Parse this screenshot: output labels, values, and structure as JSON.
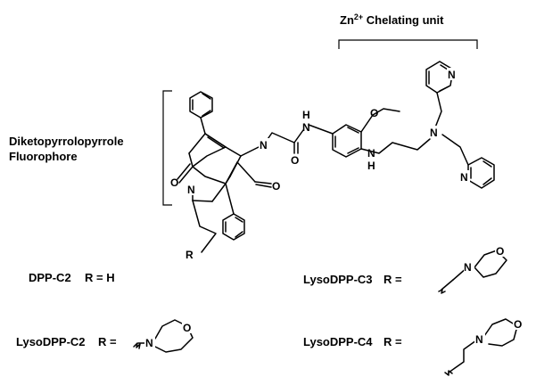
{
  "labels": {
    "chelating_prefix": "Zn",
    "chelating_superscript": "2+",
    "chelating_suffix": " Chelating unit",
    "fluorophore_line1": "Diketopyrrolopyrrole",
    "fluorophore_line2": "Fluorophore"
  },
  "atoms": {
    "n_core_top": "N",
    "n_core_bottom": "N",
    "o_left": "O",
    "o_right": "O",
    "o_amide": "O",
    "nh_amide_h": "H",
    "nh_amide_n": "N",
    "o_methoxy": "O",
    "nh_amine_n": "N",
    "nh_amine_h": "H",
    "n_tertiary": "N",
    "n_pyridine_top": "N",
    "n_pyridine_bottom": "N",
    "r_group": "R"
  },
  "compounds": [
    {
      "name": "DPP-C2",
      "r_text": "R = H"
    },
    {
      "name": "LysoDPP-C3",
      "r_text": "R =",
      "morpholine_o": "O",
      "morpholine_n": "N"
    },
    {
      "name": "LysoDPP-C2",
      "r_text": "R =",
      "morpholine_o": "O",
      "morpholine_n": "N"
    },
    {
      "name": "LysoDPP-C4",
      "r_text": "R =",
      "morpholine_o": "O",
      "morpholine_n": "N"
    }
  ]
}
